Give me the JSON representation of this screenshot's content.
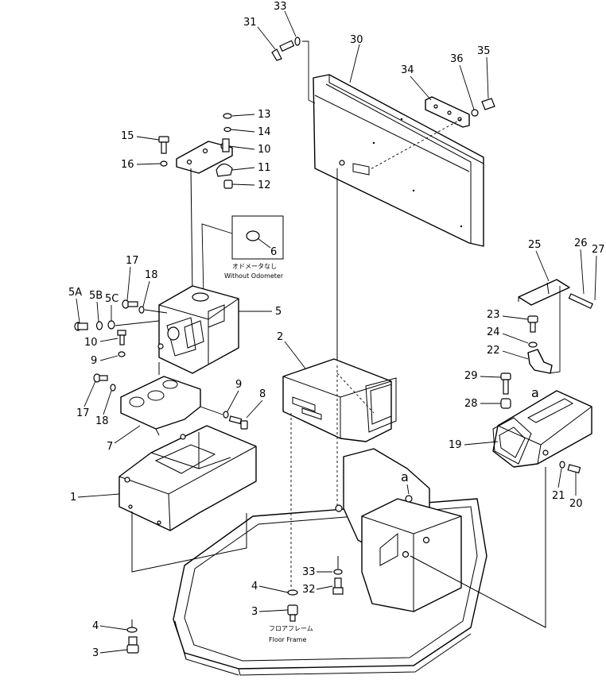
{
  "diagram": {
    "callouts": [
      "31",
      "33",
      "30",
      "34",
      "36",
      "35",
      "13",
      "14",
      "15",
      "10",
      "16",
      "11",
      "12",
      "6",
      "17",
      "18",
      "5A",
      "5B",
      "5C",
      "5",
      "10",
      "9",
      "2",
      "25",
      "26",
      "27",
      "23",
      "24",
      "22",
      "29",
      "28",
      "19",
      "17",
      "18",
      "9",
      "8",
      "7",
      "1",
      "a",
      "a",
      "21",
      "20",
      "4",
      "33",
      "32",
      "3",
      "4",
      "3"
    ],
    "notes": {
      "odometer_jp": "オドメータなし",
      "odometer_en": "Without Odometer",
      "floor_frame_jp": "フロアフレーム",
      "floor_frame_en": "Floor Frame"
    }
  }
}
